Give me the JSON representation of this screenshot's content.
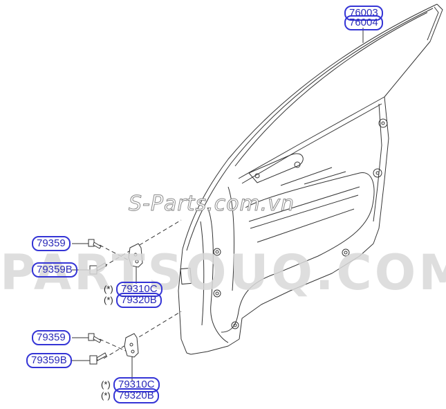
{
  "diagram": {
    "type": "exploded-parts-diagram",
    "subject": "front door panel with hinges",
    "watermarks": {
      "large": "PARTSOUQ.COM",
      "small": "S-Parts.com.vn"
    },
    "colors": {
      "label_outline": "#3434d6",
      "label_text": "#2a2ab8",
      "line_art": "#333333",
      "watermark": "#d9d9d9"
    },
    "callouts": [
      {
        "id": "76003",
        "label": "76003"
      },
      {
        "id": "76004",
        "label": "76004"
      },
      {
        "id": "79359-upper",
        "label": "79359"
      },
      {
        "id": "79359B-upper",
        "label": "79359B"
      },
      {
        "id": "79310C-upper",
        "label": "79310C",
        "prefix": "(*)"
      },
      {
        "id": "79320B-upper",
        "label": "79320B",
        "prefix": "(*)"
      },
      {
        "id": "79359-lower",
        "label": "79359"
      },
      {
        "id": "79359B-lower",
        "label": "79359B"
      },
      {
        "id": "79310C-lower",
        "label": "79310C",
        "prefix": "(*)"
      },
      {
        "id": "79320B-lower",
        "label": "79320B",
        "prefix": "(*)"
      }
    ]
  }
}
